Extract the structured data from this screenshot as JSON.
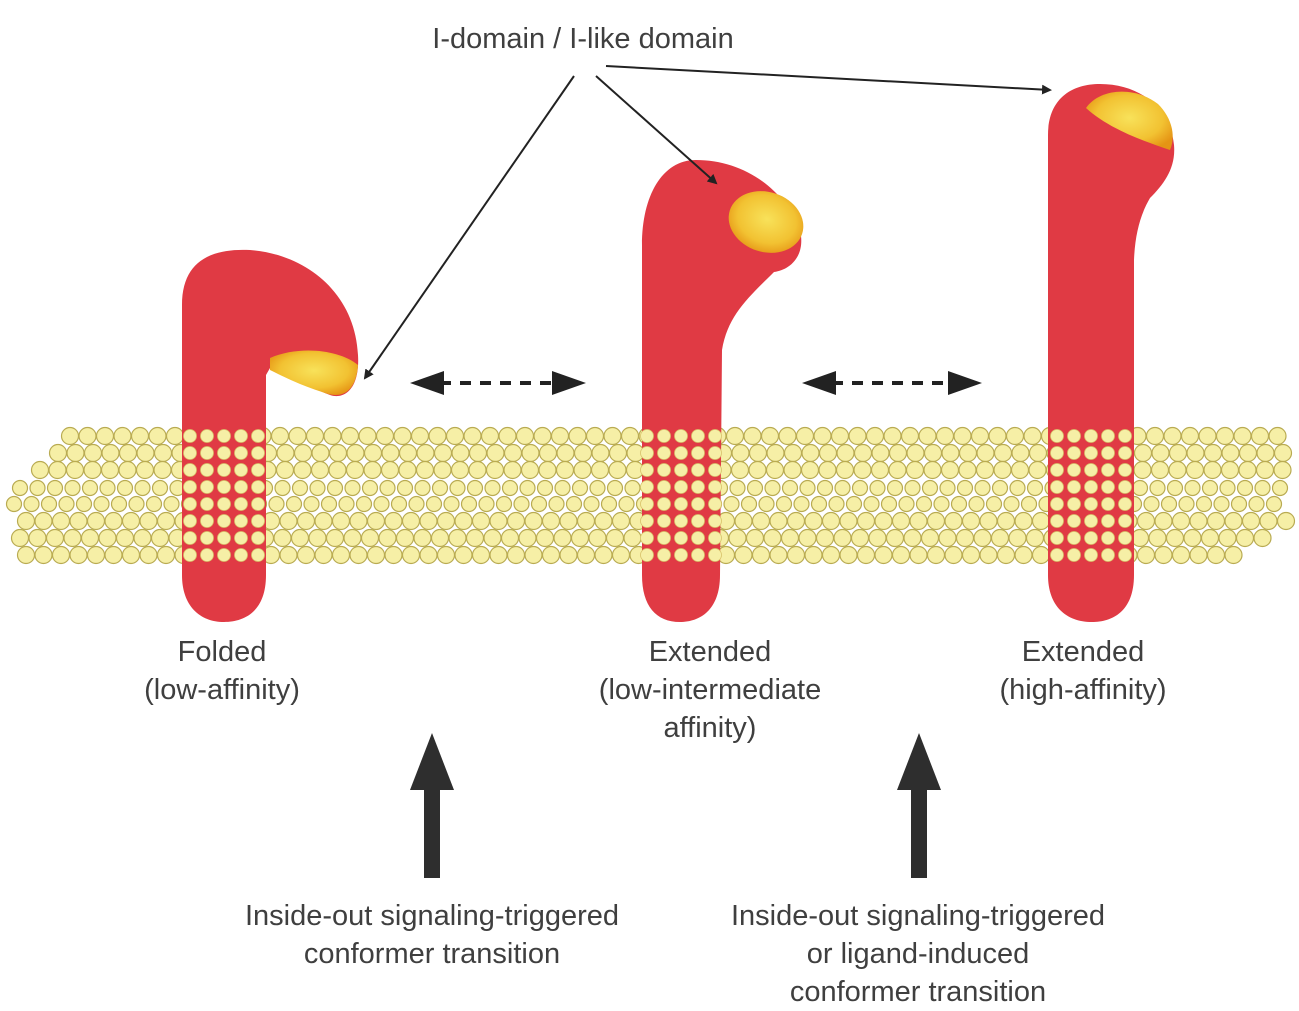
{
  "callout": {
    "text": "I-domain / I-like domain"
  },
  "states": [
    {
      "line1": "Folded",
      "line2": "(low-affinity)",
      "line3": ""
    },
    {
      "line1": "Extended",
      "line2": "(low-intermediate",
      "line3": "affinity)"
    },
    {
      "line1": "Extended",
      "line2": "(high-affinity)",
      "line3": ""
    }
  ],
  "transitions": [
    {
      "line1": "Inside-out signaling-triggered",
      "line2": "conformer transition",
      "line3": ""
    },
    {
      "line1": "Inside-out signaling-triggered",
      "line2": "or ligand-induced",
      "line3": "conformer transition"
    }
  ],
  "colors": {
    "protein": "#e03a44",
    "i_domain_outer": "#f0a018",
    "i_domain_inner": "#f6d84a",
    "lipid_fill": "#f6efa6",
    "lipid_stroke": "#b9ab52",
    "text": "#3f3f3f",
    "arrow": "#2e2e2e"
  }
}
